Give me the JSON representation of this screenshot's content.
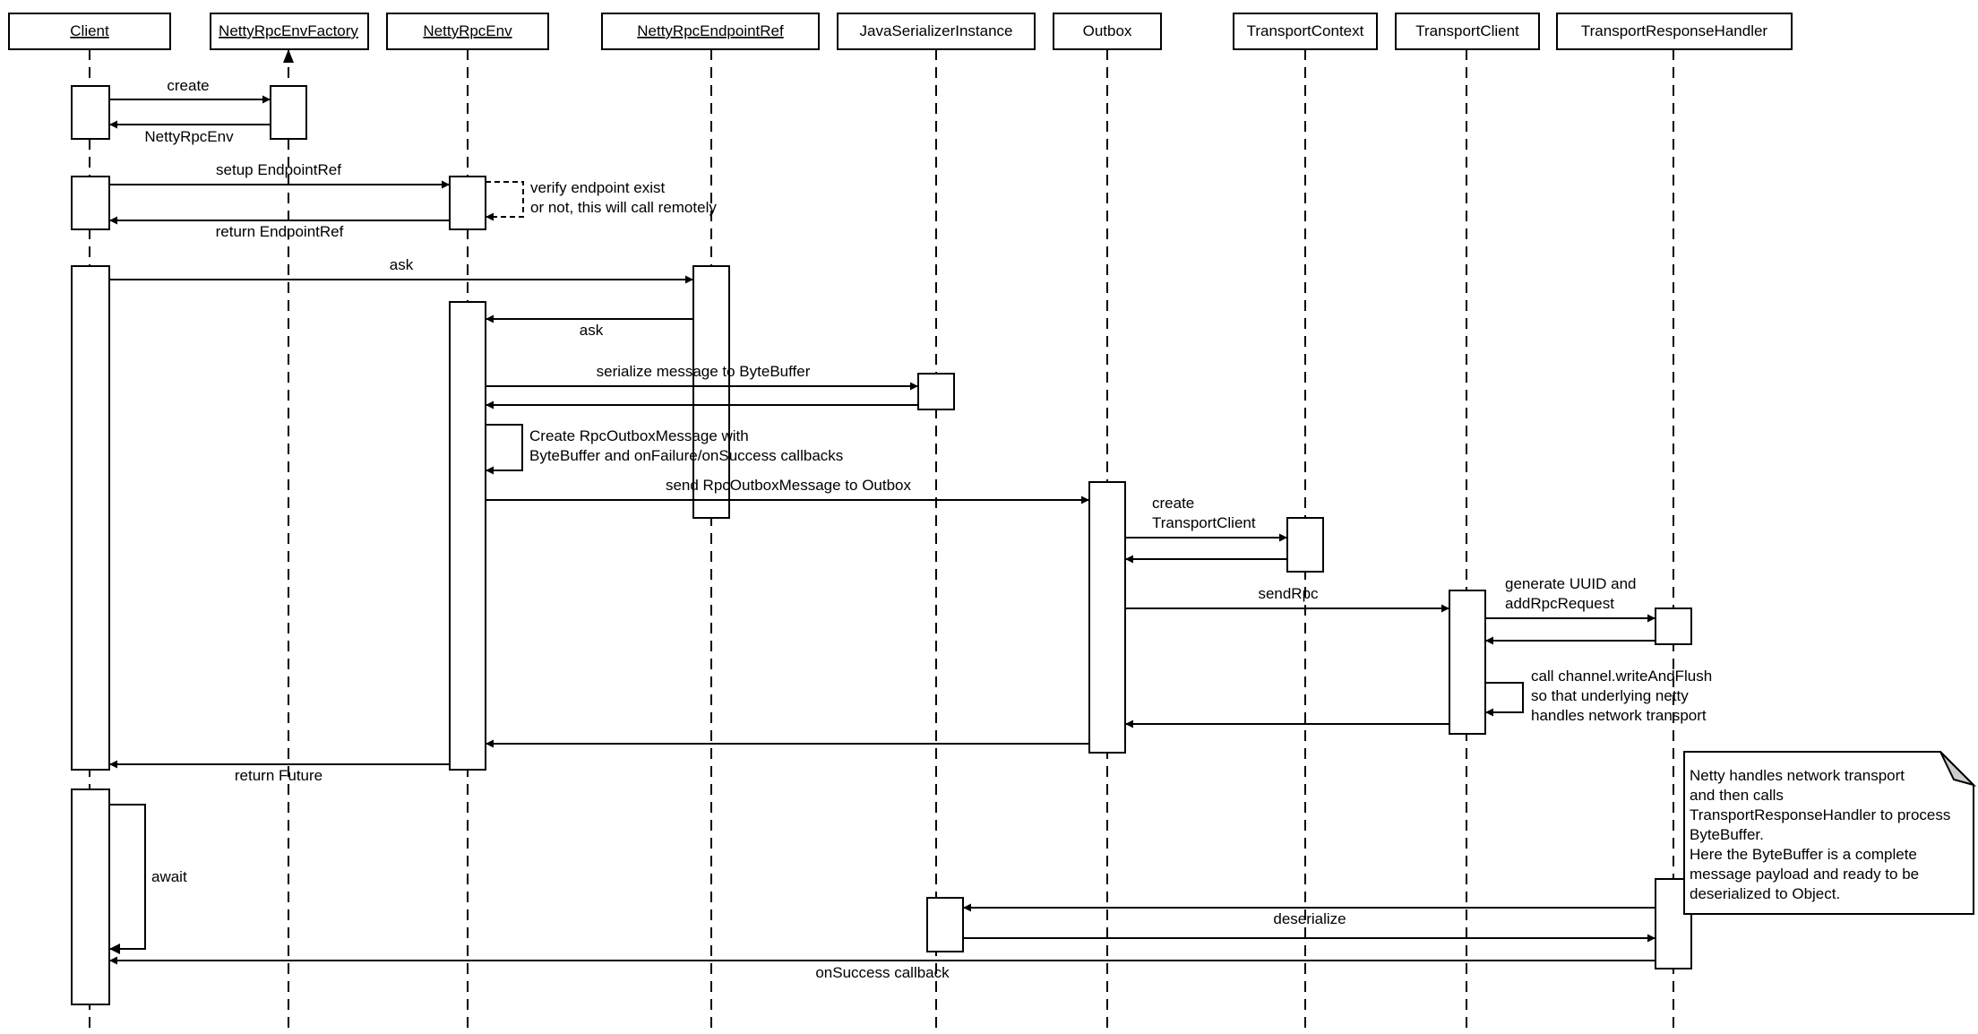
{
  "actors": [
    {
      "id": "client",
      "name": "Client",
      "underline": true
    },
    {
      "id": "factory",
      "name": "NettyRpcEnvFactory",
      "underline": true
    },
    {
      "id": "env",
      "name": "NettyRpcEnv",
      "underline": true
    },
    {
      "id": "ref",
      "name": "NettyRpcEndpointRef",
      "underline": true
    },
    {
      "id": "ser",
      "name": "JavaSerializerInstance",
      "underline": false
    },
    {
      "id": "outbox",
      "name": "Outbox",
      "underline": false
    },
    {
      "id": "tctx",
      "name": "TransportContext",
      "underline": false
    },
    {
      "id": "tcli",
      "name": "TransportClient",
      "underline": false
    },
    {
      "id": "trh",
      "name": "TransportResponseHandler",
      "underline": false
    }
  ],
  "messages": {
    "create": "create",
    "nettyrpcenv": "NettyRpcEnv",
    "setup": "setup EndpointRef",
    "verify": [
      "verify endpoint exist",
      "or not, this will call remotely"
    ],
    "return_ref": "return EndpointRef",
    "ask": "ask",
    "ask2": "ask",
    "serialize": "serialize message to ByteBuffer",
    "create_outbox": [
      "Create RpcOutboxMessage with",
      "ByteBuffer and onFailure/onSuccess callbacks"
    ],
    "send_outbox": "send RpcOutboxMessage to Outbox",
    "create_client": [
      "create",
      "TransportClient"
    ],
    "send_rpc": "sendRpc",
    "gen_uuid": [
      "generate UUID and",
      "addRpcRequest"
    ],
    "write_flush": [
      "call channel.writeAndFlush",
      "so that underlying netty",
      "handles network transport"
    ],
    "return_future": "return Future",
    "await": "await",
    "deserialize": "deserialize",
    "on_success": "onSuccess callback"
  },
  "note": {
    "lines": [
      "Netty handles network transport",
      "and then calls",
      "TransportResponseHandler to process",
      "ByteBuffer.",
      "Here the ByteBuffer is a complete",
      "message payload and ready to be",
      "deserialized to Object."
    ]
  }
}
